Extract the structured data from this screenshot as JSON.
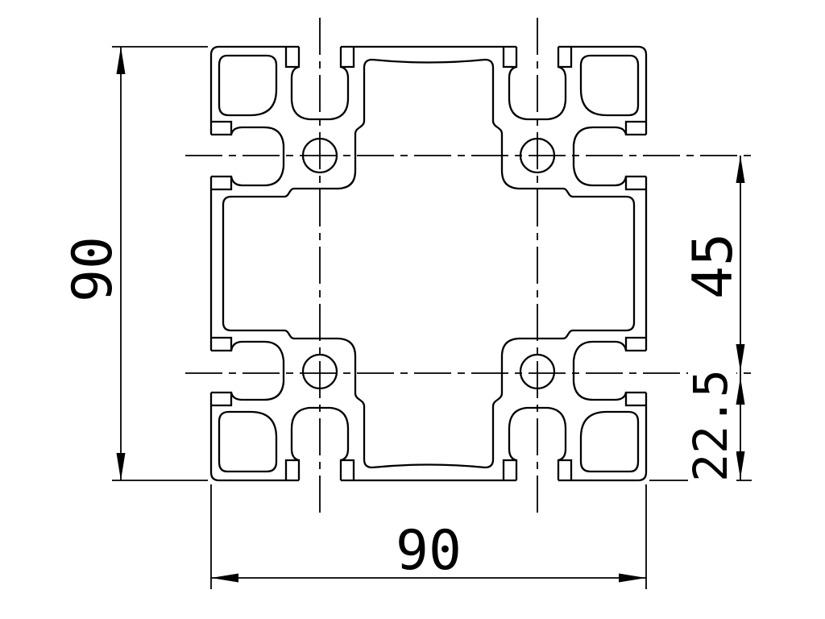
{
  "drawing": {
    "kind": "aluminium-extrusion-profile-cross-section",
    "line_color": "#000000",
    "background_color": "#ffffff",
    "dimensions": {
      "overall_height_label": "90",
      "overall_width_label": "90",
      "hole_spacing_label": "45",
      "hole_edge_offset_label": "22.5"
    }
  }
}
